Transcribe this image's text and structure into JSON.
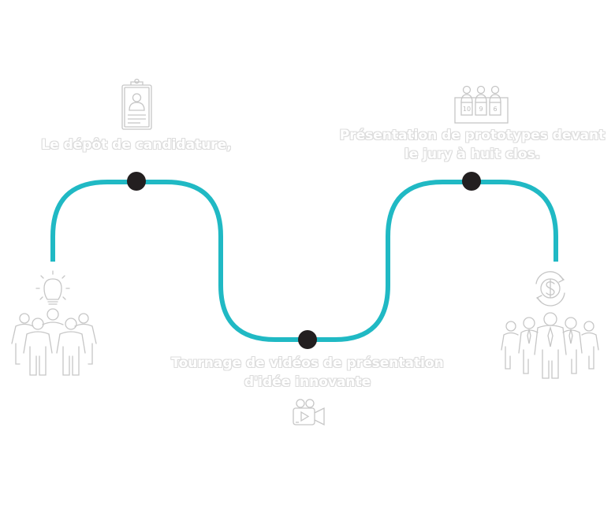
{
  "process": {
    "steps": [
      {
        "lines": [
          "Le dépôt de candidature,"
        ]
      },
      {
        "lines": [
          "Tournage de vidéos de présentation",
          "d'idée innovante"
        ]
      },
      {
        "lines": [
          "Présentation de prototypes devant",
          "le jury à huit clos."
        ]
      }
    ],
    "scoreboard": [
      "10",
      "9",
      "6"
    ],
    "icons": {
      "start": "idea-team-icon",
      "step1": "application-form-icon",
      "step2": "video-camera-icon",
      "step3": "jury-scoreboard-icon",
      "end": "funding-team-icon"
    }
  },
  "colors": {
    "path": "#20b9c4",
    "node": "#231f20",
    "icon": "#c6c6c6",
    "text_outline": "#dcdcdc"
  }
}
